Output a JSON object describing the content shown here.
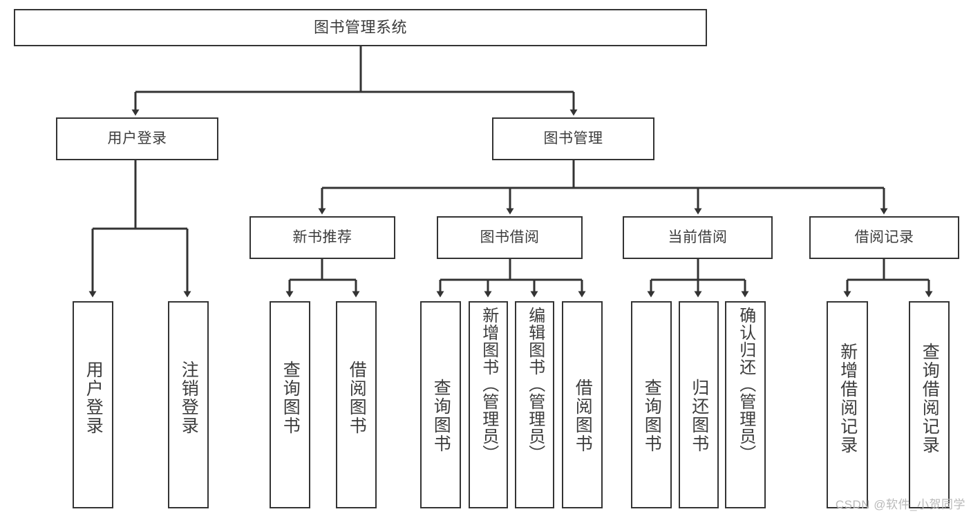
{
  "diagram": {
    "type": "tree",
    "title": "图书管理系统",
    "watermark": "CSDN @软件_小贺同学",
    "colors": {
      "box_border": "#333333",
      "box_fill": "#ffffff",
      "text": "#3c3c3c",
      "connector": "#333333",
      "watermark": "#b9b9b9"
    },
    "levels": {
      "root": {
        "label": "图书管理系统"
      },
      "level2": [
        {
          "label": "用户登录"
        },
        {
          "label": "图书管理"
        }
      ],
      "level3": [
        {
          "label": "新书推荐"
        },
        {
          "label": "图书借阅"
        },
        {
          "label": "当前借阅"
        },
        {
          "label": "借阅记录"
        }
      ],
      "leaves": {
        "user_login": [
          {
            "label": "用户登录"
          },
          {
            "label": "注销登录"
          }
        ],
        "new_book": [
          {
            "label": "查询图书"
          },
          {
            "label": "借阅图书"
          }
        ],
        "borrow_book": [
          {
            "label": "查询图书"
          },
          {
            "label": "新增图书（管理员）"
          },
          {
            "label": "编辑图书（管理员）"
          },
          {
            "label": "借阅图书"
          }
        ],
        "current_borrow": [
          {
            "label": "查询图书"
          },
          {
            "label": "归还图书"
          },
          {
            "label": "确认归还（管理员）"
          }
        ],
        "borrow_record": [
          {
            "label": "新增借阅记录"
          },
          {
            "label": "查询借阅记录"
          }
        ]
      }
    }
  }
}
